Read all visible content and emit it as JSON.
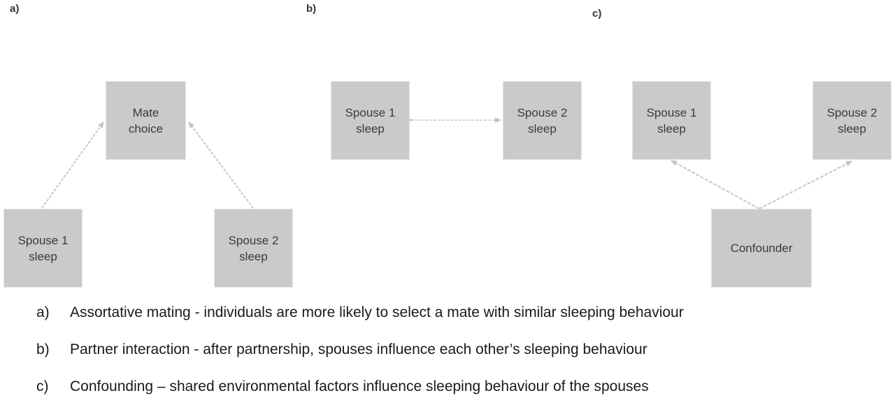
{
  "panels": [
    {
      "label": "a)",
      "nodes": {
        "mate": [
          "Mate",
          "choice"
        ],
        "spouse1": [
          "Spouse 1",
          "sleep"
        ],
        "spouse2": [
          "Spouse 2",
          "sleep"
        ]
      }
    },
    {
      "label": "b)",
      "nodes": {
        "spouse1": [
          "Spouse 1",
          "sleep"
        ],
        "spouse2": [
          "Spouse 2",
          "sleep"
        ]
      }
    },
    {
      "label": "c)",
      "nodes": {
        "spouse1": [
          "Spouse 1",
          "sleep"
        ],
        "spouse2": [
          "Spouse 2",
          "sleep"
        ],
        "confounder": [
          "Confounder"
        ]
      }
    }
  ],
  "captions": [
    {
      "marker": "a)",
      "text": "Assortative mating - individuals are more likely to select a mate with similar sleeping behaviour"
    },
    {
      "marker": "b)",
      "text": "Partner interaction - after partnership, spouses influence each other’s sleeping behaviour"
    },
    {
      "marker": "c)",
      "text": "Confounding – shared environmental factors influence sleeping behaviour of the spouses"
    }
  ],
  "colors": {
    "node_fill": "#cacaca",
    "arrow": "#c4c4c4",
    "text": "#1a1a1a"
  }
}
